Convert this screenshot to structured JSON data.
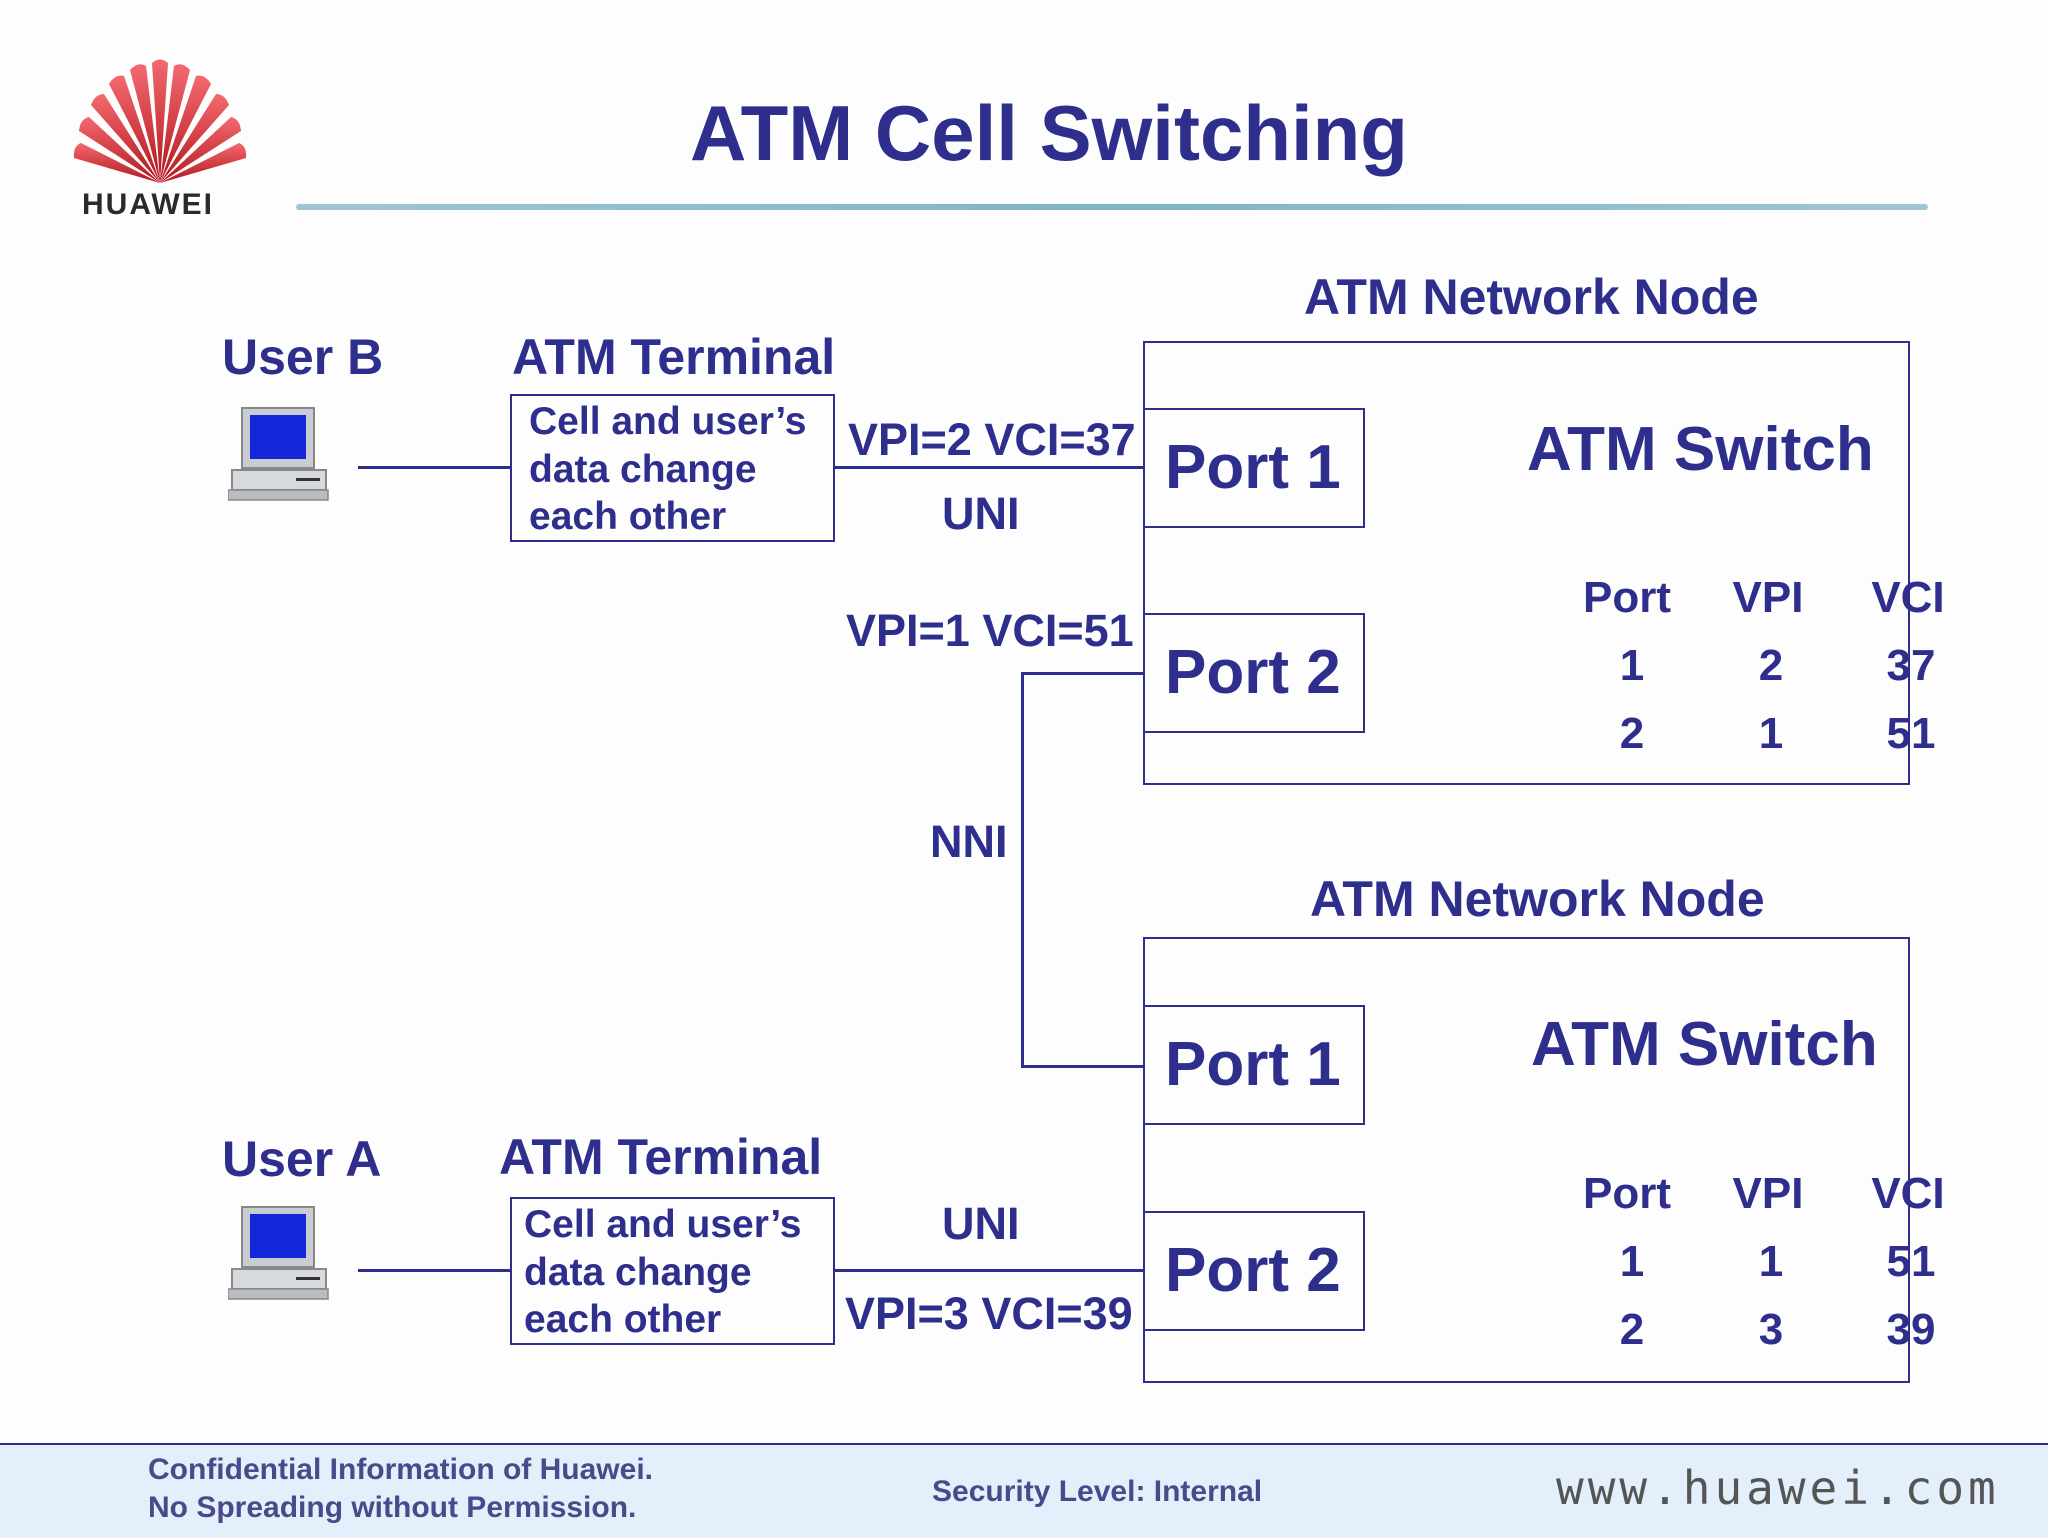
{
  "logo": {
    "brand": "HUAWEI"
  },
  "title": "ATM Cell Switching",
  "users": [
    {
      "label": "User B"
    },
    {
      "label": "User A"
    }
  ],
  "terminals": [
    {
      "label": "ATM Terminal",
      "lines": [
        "Cell and user’s",
        "data change",
        "each other"
      ]
    },
    {
      "label": "ATM Terminal",
      "lines": [
        "Cell and user’s",
        "data change",
        "each other"
      ]
    }
  ],
  "links": {
    "top_vc": "VPI=2 VCI=37",
    "top_uni": "UNI",
    "mid_vc": "VPI=1 VCI=51",
    "nni": "NNI",
    "bottom_uni": "UNI",
    "bottom_vc": "VPI=3 VCI=39"
  },
  "nodes": [
    {
      "label": "ATM Network Node",
      "switch": "ATM Switch",
      "ports": [
        "Port 1",
        "Port 2"
      ],
      "table": {
        "headers": [
          "Port",
          "VPI",
          "VCI"
        ],
        "rows": [
          [
            "1",
            "2",
            "37"
          ],
          [
            "2",
            "1",
            "51"
          ]
        ]
      }
    },
    {
      "label": "ATM Network Node",
      "switch": "ATM Switch",
      "ports": [
        "Port 1",
        "Port 2"
      ],
      "table": {
        "headers": [
          "Port",
          "VPI",
          "VCI"
        ],
        "rows": [
          [
            "1",
            "1",
            "51"
          ],
          [
            "2",
            "3",
            "39"
          ]
        ]
      }
    }
  ],
  "footer": {
    "confidential": [
      "Confidential Information of Huawei.",
      "No Spreading without Permission."
    ],
    "security": "Security Level: Internal",
    "url": "www.huawei.com"
  },
  "colors": {
    "text": "#2e2e8c",
    "logo_red": "#d8232a",
    "footer_bg": "#e3effa"
  }
}
